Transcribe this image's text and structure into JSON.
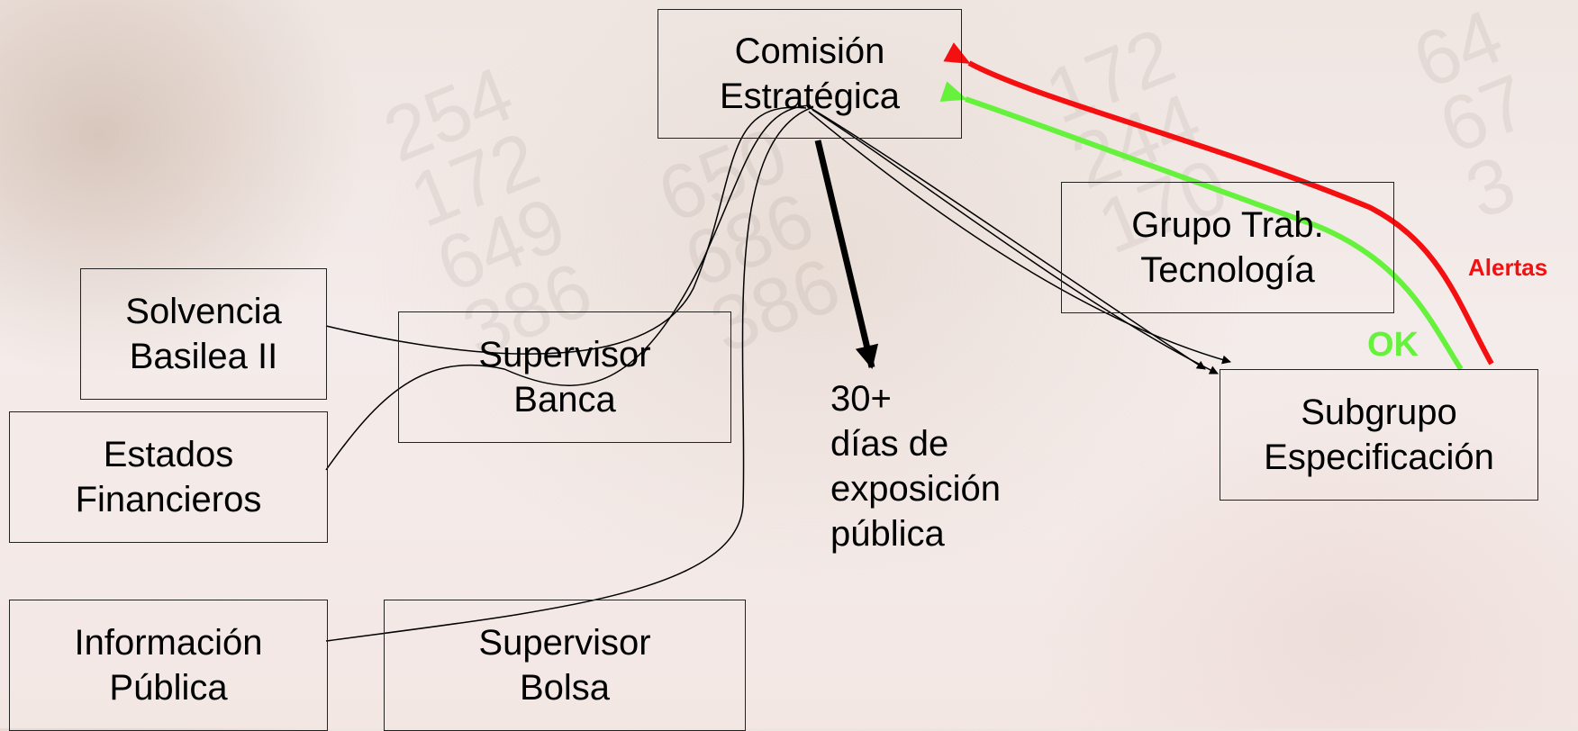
{
  "nodes": {
    "comision": {
      "line1": "Comisión",
      "line2": "Estratégica"
    },
    "grupo": {
      "line1": "Grupo Trab.",
      "line2": "Tecnología"
    },
    "solvencia": {
      "line1": "Solvencia",
      "line2": "Basilea II"
    },
    "estados": {
      "line1": "Estados",
      "line2": "Financieros"
    },
    "informacion": {
      "line1": "Información",
      "line2": "Pública"
    },
    "banca": {
      "line1": "Supervisor",
      "line2": "Banca"
    },
    "bolsa": {
      "line1": "Supervisor",
      "line2": "Bolsa"
    },
    "subgrupo": {
      "line1": "Subgrupo",
      "line2": "Especificación"
    }
  },
  "exposure": {
    "line1": "30+",
    "line2": "días de",
    "line3": "exposición",
    "line4": "pública"
  },
  "labels": {
    "ok": "OK",
    "alertas": "Alertas"
  },
  "colors": {
    "ok": "#66f23c",
    "alertas": "#f41010",
    "line": "#000000"
  }
}
